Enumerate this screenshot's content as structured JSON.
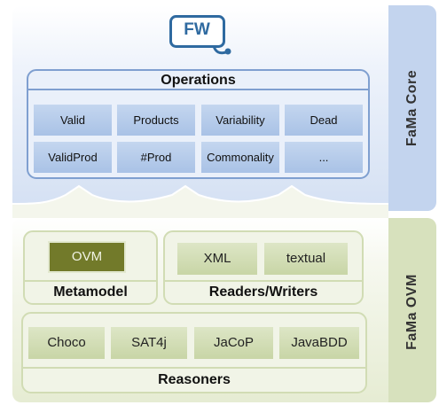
{
  "logo_text": "FW",
  "core": {
    "side_label": "FaMa Core",
    "operations_title": "Operations",
    "operations": [
      "Valid",
      "Products",
      "Variability",
      "Dead",
      "ValidProd",
      "#Prod",
      "Commonality",
      "..."
    ]
  },
  "ovm": {
    "side_label": "FaMa OVM",
    "metamodel": {
      "item": "OVM",
      "title": "Metamodel"
    },
    "readers_writers": {
      "items": [
        "XML",
        "textual"
      ],
      "title": "Readers/Writers"
    },
    "reasoners": {
      "items": [
        "Choco",
        "SAT4j",
        "JaCoP",
        "JavaBDD"
      ],
      "title": "Reasoners"
    }
  },
  "colors": {
    "core_panel": "#d4e0f3",
    "core_side": "#c3d4ee",
    "ovm_panel": "#e6ecd3",
    "ovm_side": "#d7e1bd",
    "operation_cell": "#b6cbea",
    "metamodel_cell": "#727a2a",
    "green_cell": "#d2ddb4"
  }
}
